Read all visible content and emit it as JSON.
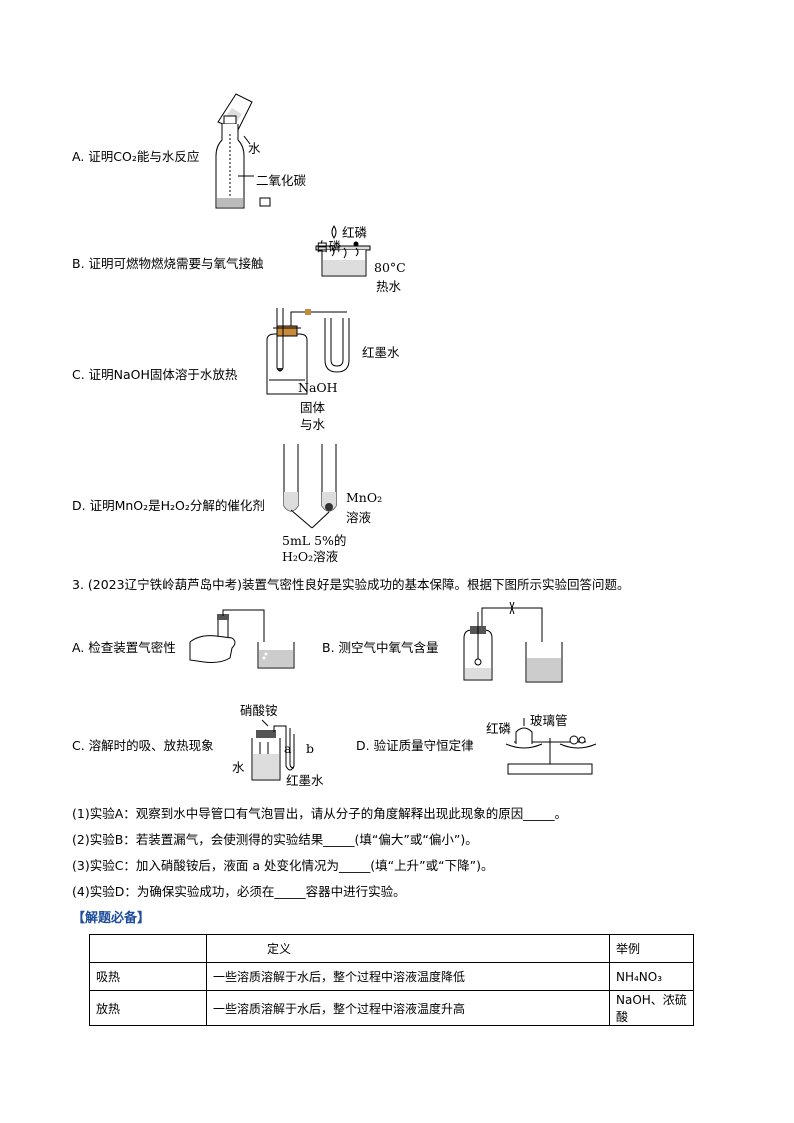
{
  "item_a": {
    "text": "A. 证明CO₂能与水反应",
    "label_water": "水",
    "label_co2": "二氧化碳"
  },
  "item_b": {
    "text": "B. 证明可燃物燃烧需要与氧气接触",
    "label_white_p": "白磷",
    "label_red_p": "红磷",
    "label_temp": "80°C",
    "label_hot_water": "热水"
  },
  "item_c": {
    "text": "C. 证明NaOH固体溶于水放热",
    "label_red_ink": "红墨水",
    "label_naoh": "NaOH",
    "label_solid": "固体",
    "label_with_water": "与水"
  },
  "item_d": {
    "text": "D. 证明MnO₂是H₂O₂分解的催化剂",
    "label_mno2": "MnO₂",
    "label_solution": "溶液",
    "label_5ml": "5mL 5%的",
    "label_h2o2": "H₂O₂溶液"
  },
  "question3": {
    "stem": "3. (2023辽宁铁岭葫芦岛中考)装置气密性良好是实验成功的基本保障。根据下图所示实验回答问题。"
  },
  "exp": {
    "a": "A. 检查装置气密性",
    "b": "B. 测空气中氧气含量",
    "c": "C. 溶解时的吸、放热现象",
    "d": "D. 验证质量守恒定律",
    "c_nitrate": "硝酸铵",
    "c_water": "水",
    "c_a": "a",
    "c_b": "b",
    "c_red_ink": "红墨水",
    "d_red_p": "红磷",
    "d_glass_tube": "玻璃管"
  },
  "subq": {
    "q1": "(1)实验A：观察到水中导管口有气泡冒出，请从分子的角度解释出现此现象的原因_____。",
    "q2": "(2)实验B：若装置漏气，会使测得的实验结果_____(填“偏大”或“偏小”)。",
    "q3": "(3)实验C：加入硝酸铵后，液面 a 处变化情况为_____(填“上升”或“下降”)。",
    "q4": "(4)实验D：为确保实验成功，必须在_____容器中进行实验。"
  },
  "section_title": "【解题必备】",
  "table": {
    "headers": [
      "",
      "定义",
      "举例"
    ],
    "rows": [
      [
        "吸热",
        "一些溶质溶解于水后，整个过程中溶液温度降低",
        "NH₄NO₃"
      ],
      [
        "放热",
        "一些溶质溶解于水后，整个过程中溶液温度升高",
        "NaOH、浓硫酸"
      ]
    ]
  }
}
